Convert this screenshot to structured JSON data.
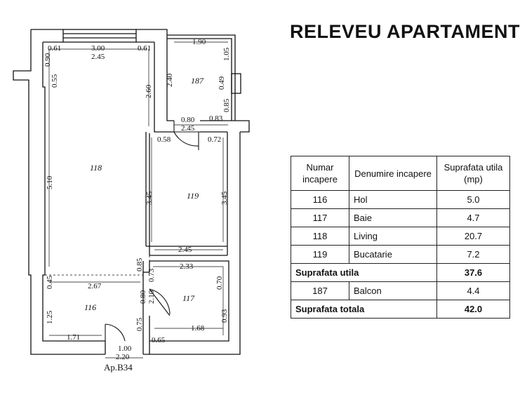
{
  "title": "RELEVEU APARTAMENT",
  "apartment_label": "Ap.B34",
  "rooms_on_plan": {
    "r118": "118",
    "r119": "119",
    "r187": "187",
    "r116": "116",
    "r117": "117"
  },
  "dimensions": {
    "d1": "0.61",
    "d2": "3.00",
    "d3": "2.45",
    "d4": "0.61",
    "d5": "1.90",
    "d6": "0.90",
    "d7": "0.55",
    "d8": "2.60",
    "d9": "2.40",
    "d10": "1.05",
    "d11": "0.49",
    "d12": "0.85",
    "d13": "0.80",
    "d14": "0.83",
    "d15": "2.45",
    "d16": "0.58",
    "d17": "0.72",
    "d18": "5.10",
    "d19": "3.45",
    "d20": "3.45",
    "d21": "2.45",
    "d22": "0.85",
    "d23": "2.33",
    "d24": "0.73",
    "d25": "0.45",
    "d26": "2.67",
    "d27": "0.70",
    "d28": "0.80",
    "d29": "2.10",
    "d30": "1.25",
    "d31": "0.93",
    "d32": "0.75",
    "d33": "1.68",
    "d34": "1.71",
    "d35": "0.65",
    "d36": "1.00",
    "d37": "2.20"
  },
  "table": {
    "headers": [
      "Numar incapere",
      "Denumire incapere",
      "Suprafata utila (mp)"
    ],
    "rows": [
      {
        "nr": "116",
        "name": "Hol",
        "area": "5.0"
      },
      {
        "nr": "117",
        "name": "Baie",
        "area": "4.7"
      },
      {
        "nr": "118",
        "name": "Living",
        "area": "20.7"
      },
      {
        "nr": "119",
        "name": "Bucatarie",
        "area": "7.2"
      }
    ],
    "subtotal": {
      "label": "Suprafata utila",
      "area": "37.6"
    },
    "balcony": {
      "nr": "187",
      "name": "Balcon",
      "area": "4.4"
    },
    "total": {
      "label": "Suprafata totala",
      "area": "42.0"
    }
  }
}
